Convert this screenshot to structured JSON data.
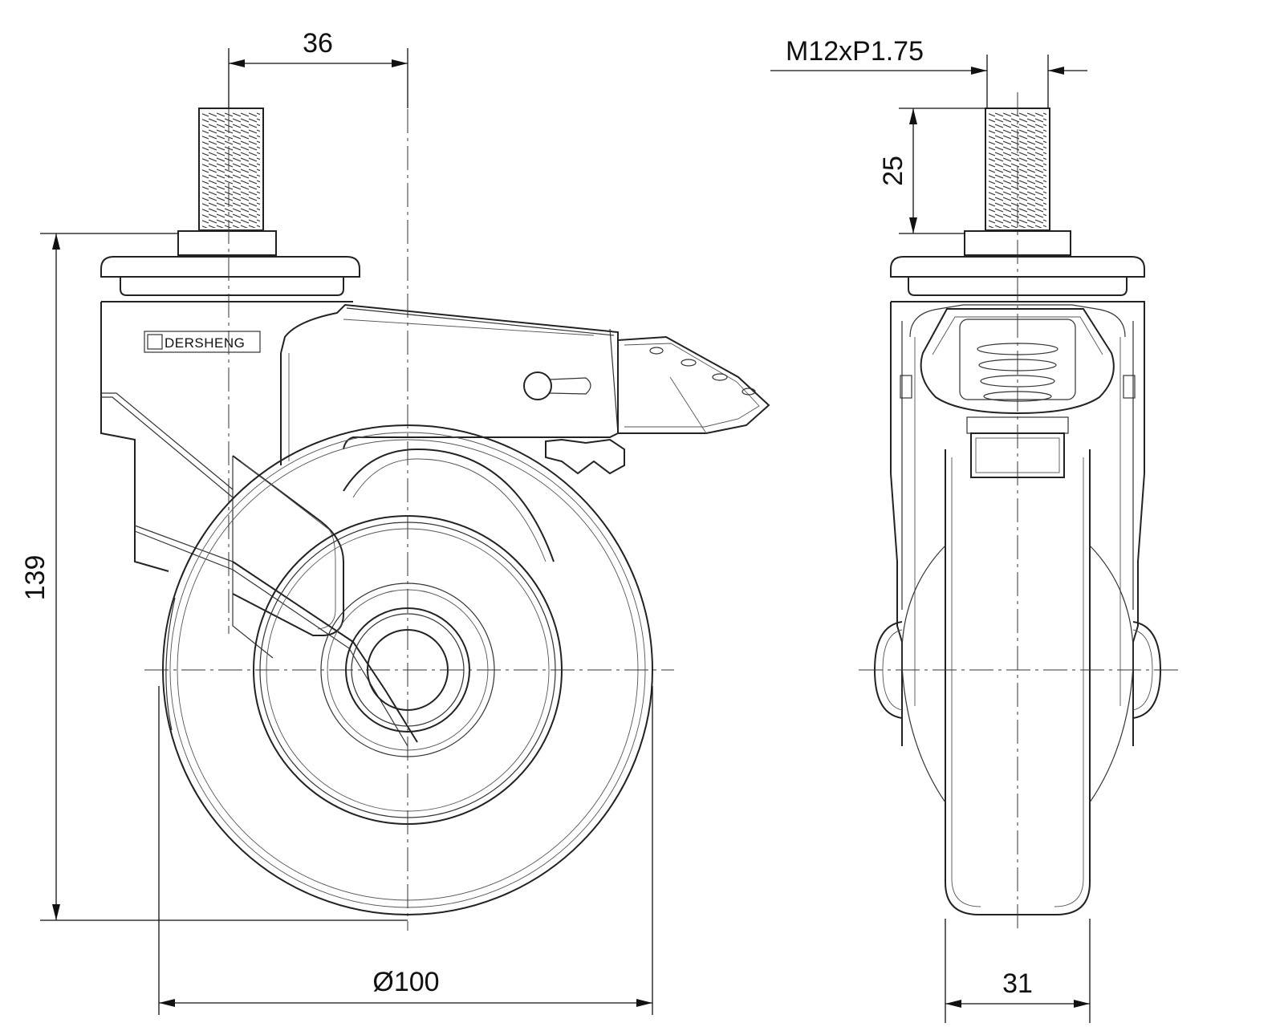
{
  "drawing": {
    "side_view": {
      "brand_label": "DERSHENG",
      "dimensions": {
        "offset": "36",
        "total_height": "139",
        "wheel_diameter": "Ø100"
      }
    },
    "front_view": {
      "dimensions": {
        "thread": "M12xP1.75",
        "stem_length": "25",
        "wheel_width": "31"
      }
    },
    "colors": {
      "line": "#222222",
      "background": "#ffffff"
    }
  }
}
